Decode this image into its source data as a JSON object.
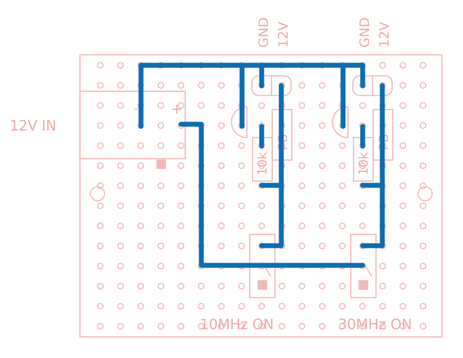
{
  "labels": {
    "input": "12V IN",
    "gnd_a": "GND",
    "v12_a": "12V",
    "gnd_b": "GND",
    "v12_b": "12V",
    "resistor_a": "10k",
    "resistor_b": "10k",
    "diode_a": "PB",
    "diode_b": "PB",
    "switch_a_label": "10MHz ON",
    "switch_b_label": "30MHz ON",
    "connector_minus": "-",
    "connector_plus": "+"
  },
  "colors": {
    "silkscreen": "#f2b8b8",
    "wire": "#0a6db2",
    "background": "#ffffff"
  },
  "icons": {
    "mount_hole_left": "mounting-hole-icon",
    "mount_hole_right": "mounting-hole-icon"
  }
}
